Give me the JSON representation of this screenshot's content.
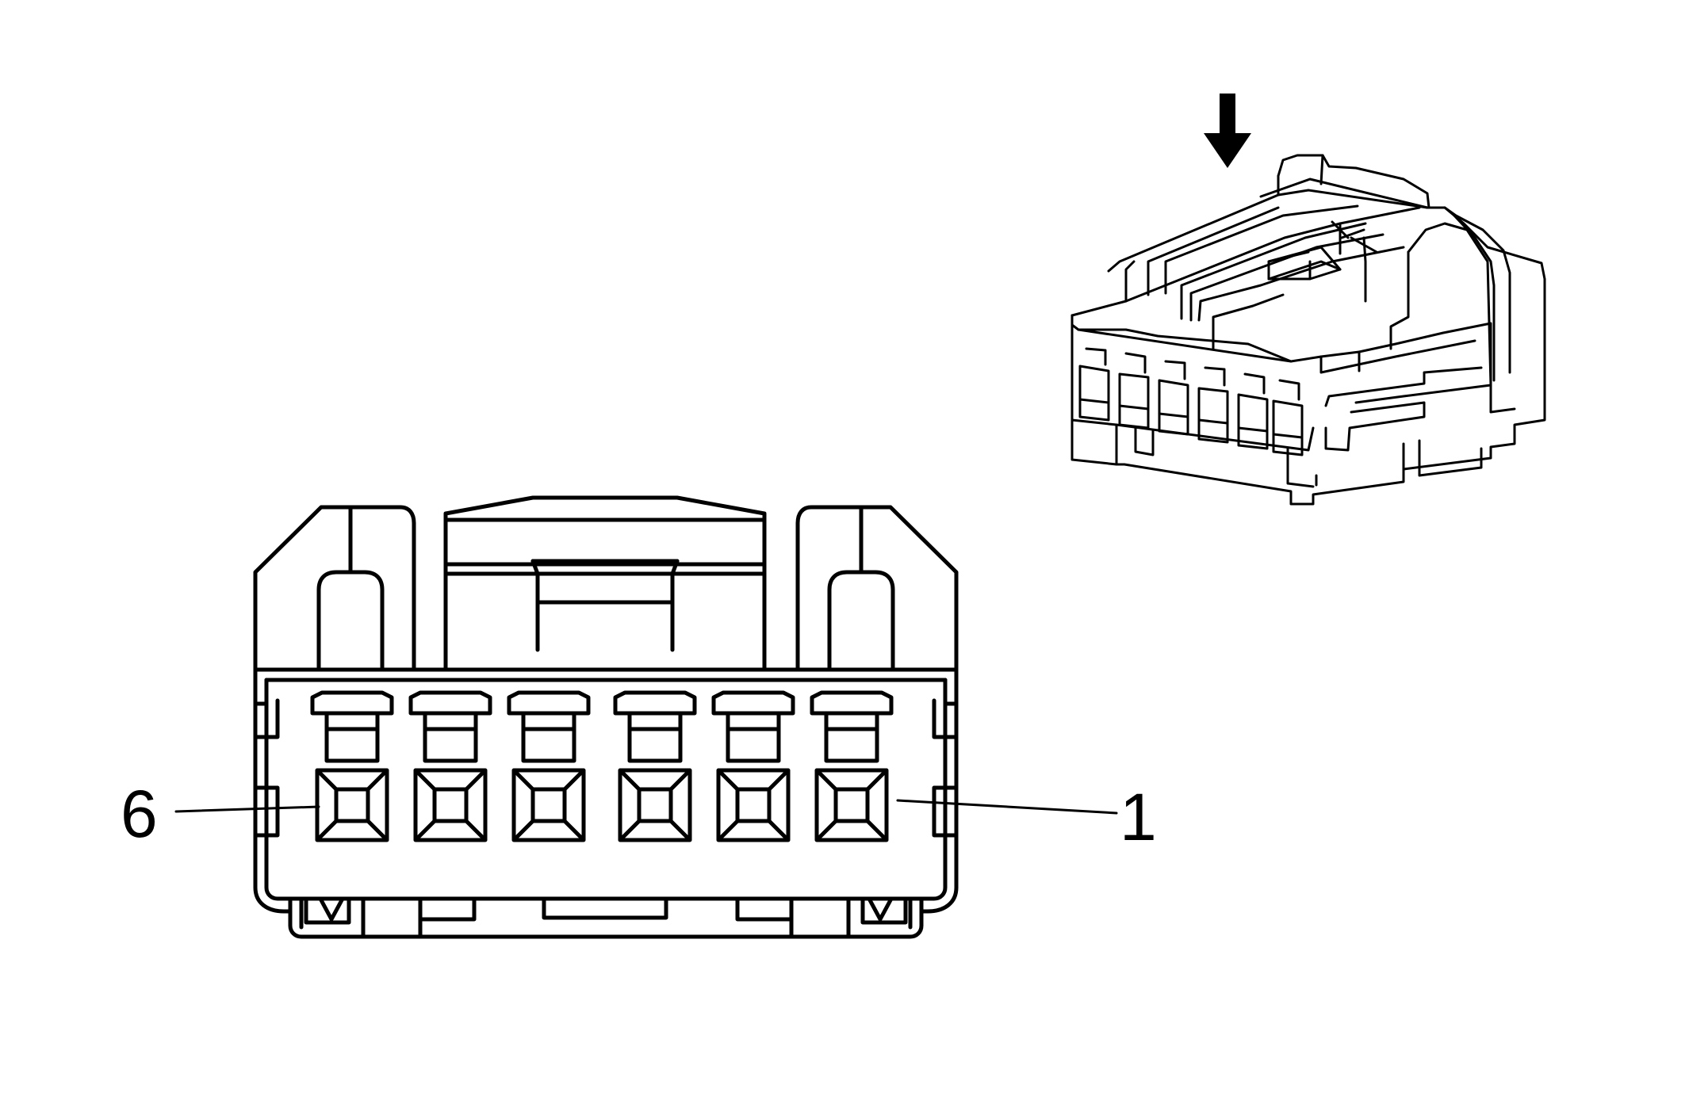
{
  "diagram": {
    "pin_labels": {
      "left": "6",
      "right": "1"
    },
    "pin_count": 6,
    "direction_indicator": "down-arrow-icon",
    "colors": {
      "line": "#000000",
      "background": "#ffffff"
    }
  }
}
